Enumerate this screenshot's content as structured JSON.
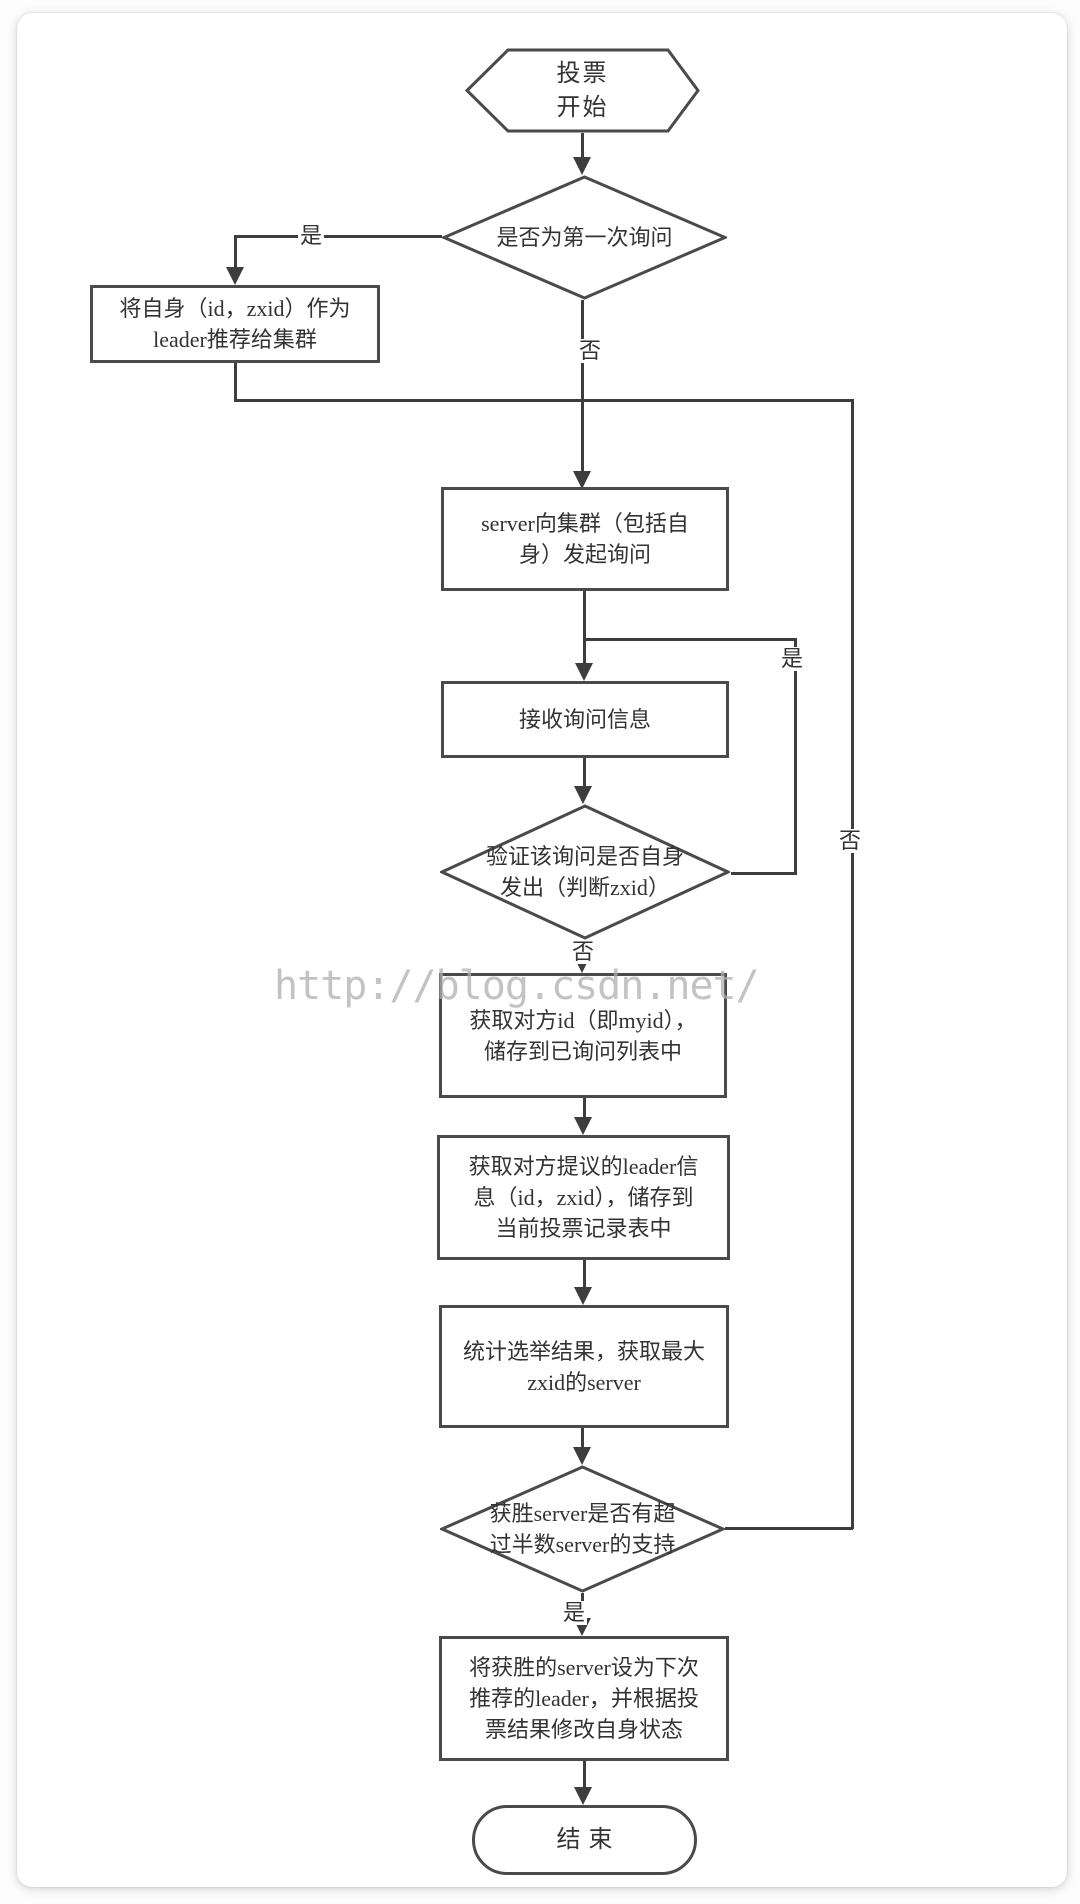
{
  "page": {
    "watermark": "http://blog.csdn.net/"
  },
  "flowchart": {
    "start": {
      "line1": "投票",
      "line2": "开始"
    },
    "q_first_inquiry": {
      "line1": "是否为第一次询问"
    },
    "propose_self": {
      "line1": "将自身（id，zxid）作为",
      "line2": "leader推荐给集群"
    },
    "inquire_cluster": {
      "line1": "server向集群（包括自",
      "line2": "身）发起询问"
    },
    "receive_inquiry": {
      "line1": "接收询问信息"
    },
    "verify_origin": {
      "line1": "验证该询问是否自身",
      "line2": "发出（判断zxid）"
    },
    "store_id": {
      "line1": "获取对方id（即myid），",
      "line2": "储存到已询问列表中"
    },
    "store_leader_info": {
      "line1": "获取对方提议的leader信",
      "line2": "息（id，zxid），储存到",
      "line3": "当前投票记录表中"
    },
    "tally_votes": {
      "line1": "统计选举结果，获取最大",
      "line2": "zxid的server"
    },
    "q_majority": {
      "line1": "获胜server是否有超",
      "line2": "过半数server的支持"
    },
    "update_state": {
      "line1": "将获胜的server设为下次",
      "line2": "推荐的leader，并根据投",
      "line3": "票结果修改自身状态"
    },
    "end": {
      "line1": "结束"
    },
    "labels": {
      "yes_first": "是",
      "no_first": "否",
      "yes_self_sent": "是",
      "no_self_sent": "否",
      "no_majority": "否",
      "yes_majority": "是"
    }
  }
}
